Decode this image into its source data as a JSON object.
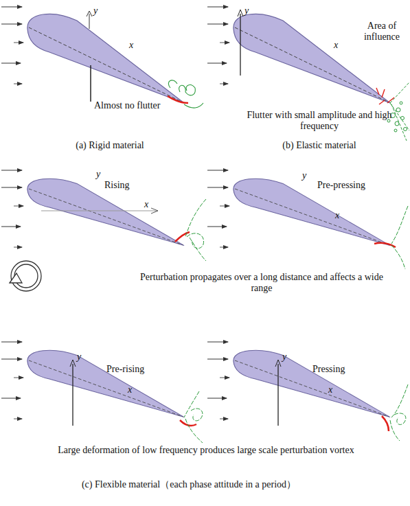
{
  "diagram": {
    "labels": [
      "y",
      "x",
      "Almost no flutter",
      "(a) Rigid material",
      "y",
      "x",
      "Area of influence",
      "Flutter with small amplitude and high frequency",
      "(b) Elastic material",
      "y",
      "Rising",
      "x",
      "y",
      "Pre-pressing",
      "x",
      "Perturbation propagates over a long distance and affects a wide range",
      "y",
      "Pre-rising",
      "x",
      "y",
      "Pressing",
      "x",
      "Large deformation of low frequency produces large scale perturbation vortex",
      "(c) Flexible material（each phase attitude in a period）"
    ]
  }
}
